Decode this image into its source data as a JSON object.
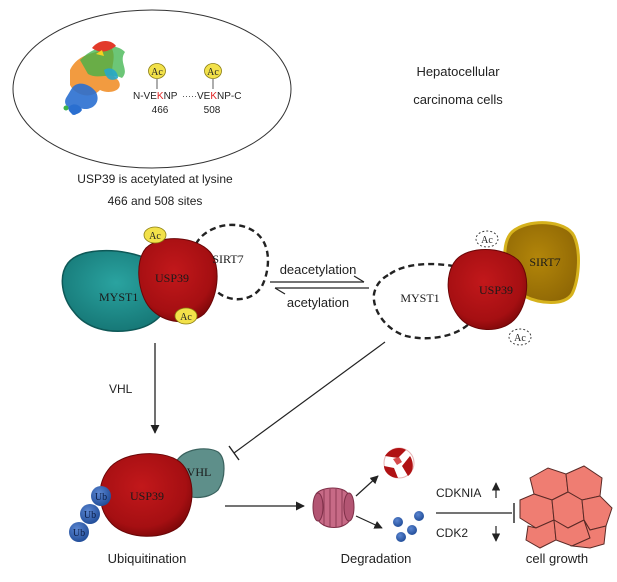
{
  "inset": {
    "ac_marker": "Ac",
    "site1_seq_prefix": "N-VE",
    "site1_residue": "K",
    "site1_seq_suffix": "NP",
    "dots": "·····",
    "site2_seq_prefix": "VE",
    "site2_residue": "K",
    "site2_seq_suffix": "NP-C",
    "site1_number": "466",
    "site2_number": "508"
  },
  "context_label_line1": "Hepatocellular",
  "context_label_line2": "carcinoma cells",
  "inset_caption_line1": "USP39 is acetylated at lysine",
  "inset_caption_line2": "466 and 508 sites",
  "left_complex": {
    "myst1": "MYST1",
    "usp39": "USP39",
    "sirt7": "SIRT7",
    "ac": "Ac"
  },
  "right_complex": {
    "myst1": "MYST1",
    "usp39": "USP39",
    "sirt7": "SIRT7",
    "ac": "Ac"
  },
  "reaction": {
    "forward": "deacetylation",
    "reverse": "acetylation"
  },
  "vhl_arrow_label": "VHL",
  "ubiquitination_complex": {
    "usp39": "USP39",
    "vhl": "VHL",
    "ub": "Ub"
  },
  "ubiquitination_label": "Ubiquitination",
  "degradation_label": "Degradation",
  "targets": {
    "cdkn1a": "CDKNIA",
    "cdk2": "CDK2"
  },
  "cell_growth_label": "cell growth",
  "colors": {
    "usp39": "#b01214",
    "myst1": "#1f8c8a",
    "sirt7": "#b8860b",
    "vhl": "#5e8f8a",
    "ub": "#2f5fae",
    "ac": "#f2e14a",
    "cell": "#ef7d72",
    "residue_highlight": "#e02020"
  }
}
